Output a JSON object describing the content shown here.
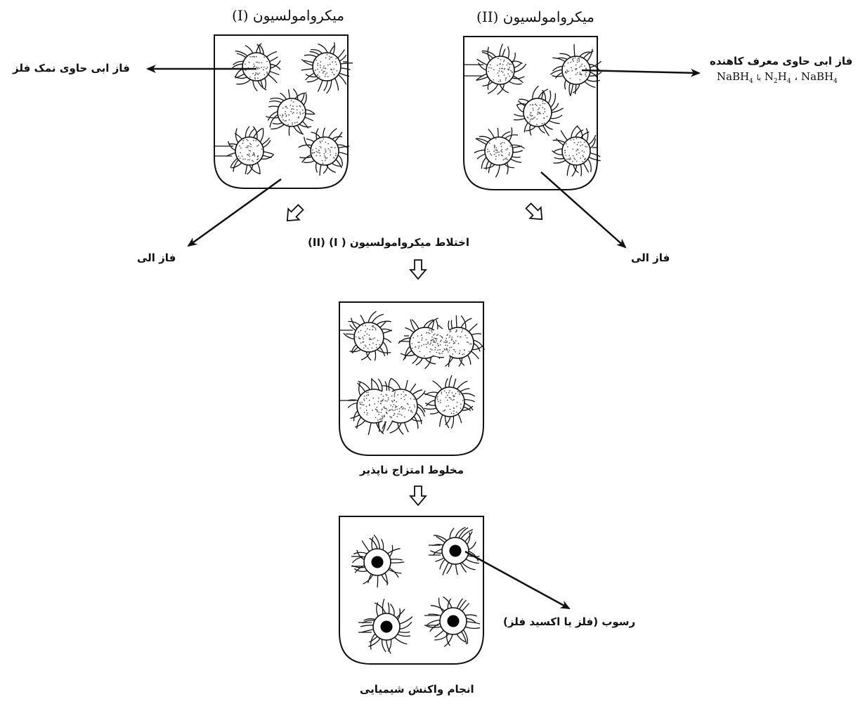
{
  "labels": {
    "micro1_title": "میکروامولسیون (I)",
    "micro2_title": "میکروامولسیون (II)",
    "aqueous_metal_salt": "فاز ابی حاوی نمک فلز",
    "aqueous_reducer_line1": "فاز ابی حاوی معرف کاهنده",
    "reducer_nabh4": "NaBH",
    "reducer_n2h4": "N",
    "reducer_sub_4": "4",
    "reducer_sub_2": "2",
    "reducer_sep": "،",
    "reducer_sep2": "یا",
    "oil_phase_left": "فاز الی",
    "oil_phase_right": "فاز الی",
    "mixing": "اختلاط میکروامولسیون ( I)  (II)",
    "inter_mixture": "مخلوط امتزاج ناپذیر",
    "precipitate": "رسوب (فلز یا اکسید فلز)",
    "reaction": "انجام واکنش شیمیایی"
  },
  "colors": {
    "ink": "#111111",
    "dot": "#555555",
    "background": "#ffffff"
  }
}
